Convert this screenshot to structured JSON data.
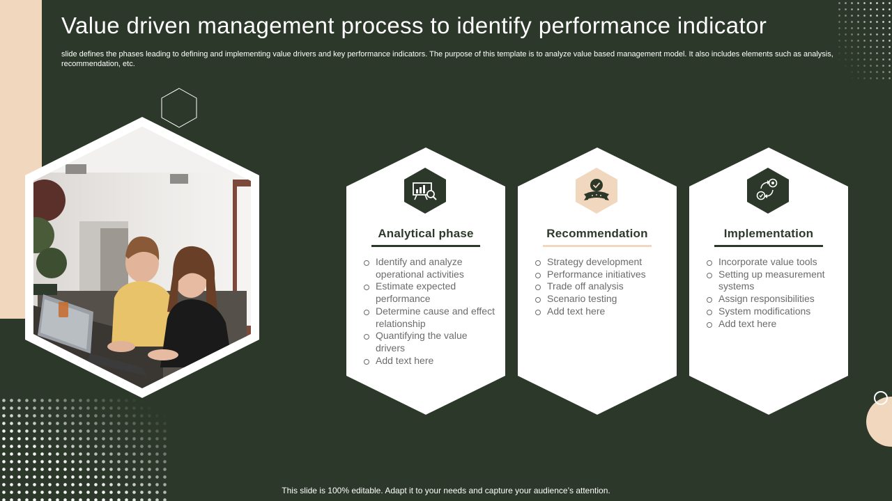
{
  "slide": {
    "title": "Value driven management process to identify performance indicator",
    "subtitle": "slide defines the phases leading to defining and implementing value drivers and key performance indicators. The purpose of this template is to analyze value based management model. It also includes elements such as analysis, recommendation, etc.",
    "footer": "This slide is 100% editable. Adapt it to your needs and capture your audience’s attention."
  },
  "colors": {
    "background": "#2c3829",
    "accent_peach": "#f0d7bd",
    "dark_green": "#2c3829",
    "card": "#ffffff",
    "body_text": "#6b6b6b"
  },
  "cards": [
    {
      "heading": "Analytical  phase",
      "icon": "chart-analysis-icon",
      "items": [
        "Identify and analyze operational activities",
        "Estimate expected performance",
        "Determine cause and effect relationship",
        "Quantifying the value drivers",
        "Add text here"
      ]
    },
    {
      "heading": "Recommendation",
      "icon": "approval-ribbon-icon",
      "items": [
        "Strategy development",
        "Performance initiatives",
        "Trade off analysis",
        "Scenario testing",
        "Add text here"
      ]
    },
    {
      "heading": "Implementation",
      "icon": "process-cycle-icon",
      "items": [
        "Incorporate value tools",
        "Setting up measurement systems",
        "Assign responsibilities",
        "System modifications",
        "Add text here"
      ]
    }
  ]
}
